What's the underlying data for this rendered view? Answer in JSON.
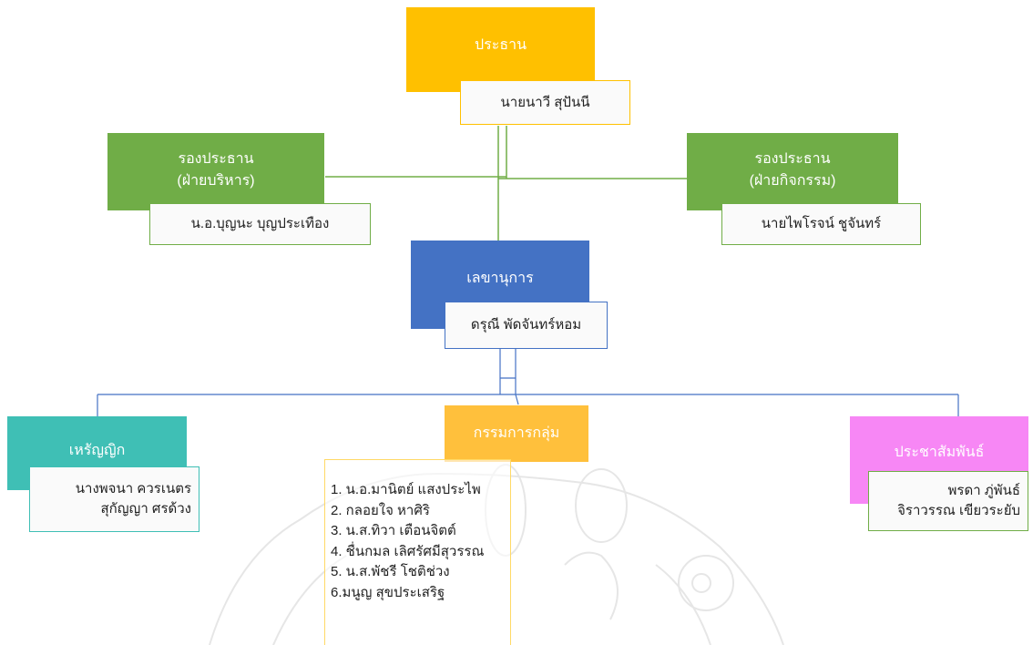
{
  "chart": {
    "president": {
      "title": "ประธาน",
      "name": "นายนาวี  สุปันนี",
      "color": "#ffc000"
    },
    "vp_admin": {
      "title": "รองประธาน\n(ฝ่ายบริหาร)",
      "name": "น.อ.บุญนะ  บุญประเทือง",
      "color": "#70ad47"
    },
    "vp_activity": {
      "title": "รองประธาน\n(ฝ่ายกิจกรรม)",
      "name": "นายไพโรจน์  ชูจันทร์",
      "color": "#70ad47"
    },
    "secretary": {
      "title": "เลขานุการ",
      "name": "ดรุณี  พัดจันทร์หอม",
      "color": "#4472c4"
    },
    "treasurer": {
      "title": "เหรัญญิก",
      "names": "นางพจนา  ควรเนตร\nสุกัญญา  ศรด้วง",
      "color": "#3fbfb5"
    },
    "committee": {
      "title": "กรรมการกลุ่ม",
      "color": "#ffc03c",
      "members": [
        "1. น.อ.มานิตย์  แสงประไพ",
        "2. กลอยใจ  หาศิริ",
        "3. น.ส.ทิวา   เตือนจิตต์",
        "4. ชื่นกมล  เลิศรัศมีสุวรรณ",
        "5. น.ส.พัชรี  โชติช่วง",
        "6.มนูญ  สุขประเสริฐ"
      ]
    },
    "pr": {
      "title": "ประชาสัมพันธ์",
      "names": "พรดา  ภู่พันธ์\nจิราวรรณ  เขียวระยับ",
      "color": "#f787f5"
    }
  }
}
